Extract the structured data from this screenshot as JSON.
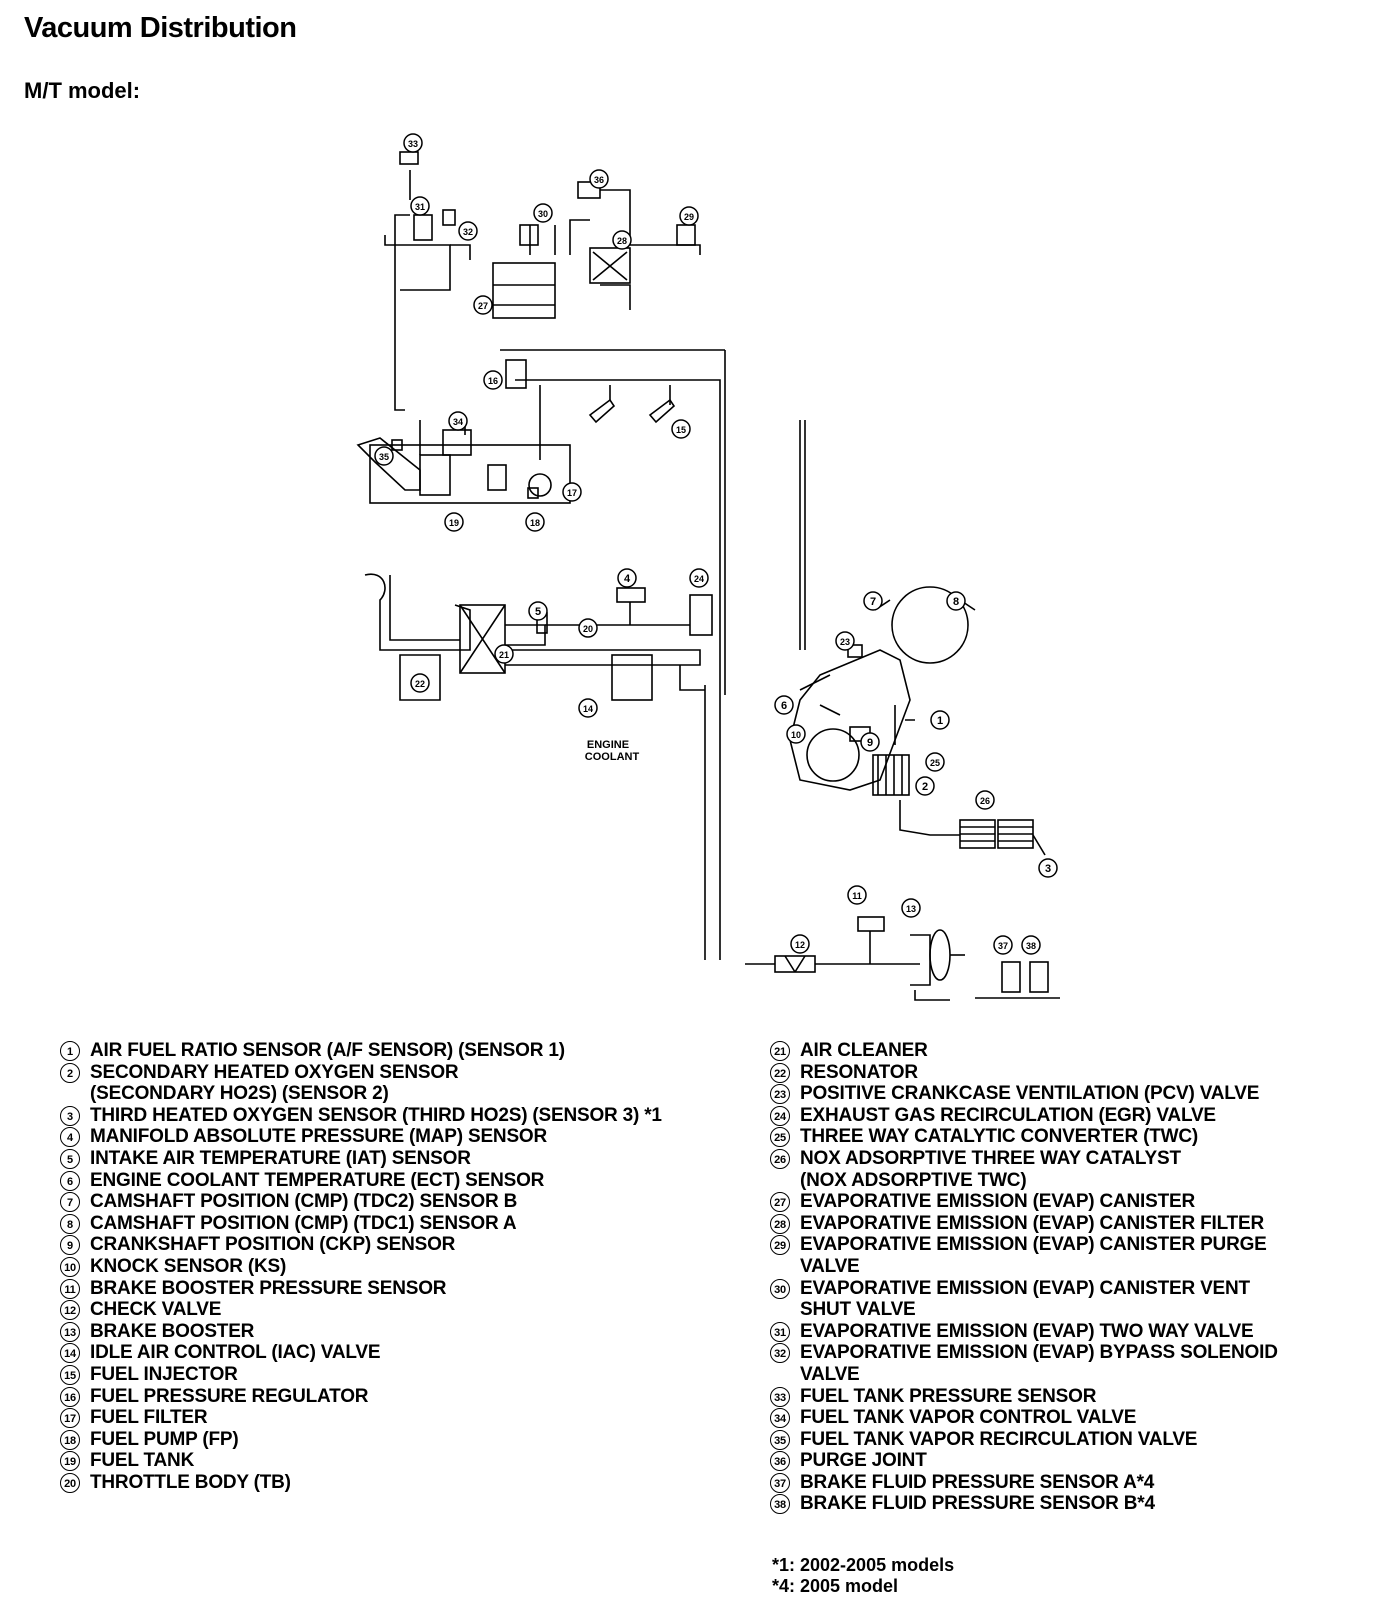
{
  "title": "Vacuum Distribution",
  "subtitle": "M/T model:",
  "diagram_labels": {
    "engine_coolant_line1": "ENGINE",
    "engine_coolant_line2": "COOLANT",
    "markers": [
      "1",
      "2",
      "3",
      "4",
      "5",
      "6",
      "7",
      "8",
      "9",
      "10",
      "11",
      "12",
      "13",
      "14",
      "15",
      "16",
      "17",
      "18",
      "19",
      "20",
      "21",
      "22",
      "23",
      "24",
      "25",
      "26",
      "27",
      "28",
      "29",
      "30",
      "31",
      "32",
      "33",
      "34",
      "35",
      "36",
      "37",
      "38"
    ]
  },
  "legend_left": [
    {
      "num": "1",
      "label": "AIR FUEL RATIO SENSOR (A/F SENSOR) (SENSOR 1)"
    },
    {
      "num": "2",
      "label": "SECONDARY HEATED OXYGEN SENSOR\n(SECONDARY HO2S) (SENSOR 2)"
    },
    {
      "num": "3",
      "label": "THIRD HEATED OXYGEN SENSOR (THIRD HO2S) (SENSOR 3) *1"
    },
    {
      "num": "4",
      "label": "MANIFOLD ABSOLUTE PRESSURE (MAP) SENSOR"
    },
    {
      "num": "5",
      "label": "INTAKE AIR TEMPERATURE (IAT) SENSOR"
    },
    {
      "num": "6",
      "label": "ENGINE COOLANT TEMPERATURE (ECT) SENSOR"
    },
    {
      "num": "7",
      "label": "CAMSHAFT POSITION (CMP) (TDC2) SENSOR B"
    },
    {
      "num": "8",
      "label": "CAMSHAFT POSITION (CMP) (TDC1) SENSOR A"
    },
    {
      "num": "9",
      "label": "CRANKSHAFT POSITION (CKP) SENSOR"
    },
    {
      "num": "10",
      "label": "KNOCK SENSOR (KS)"
    },
    {
      "num": "11",
      "label": "BRAKE BOOSTER PRESSURE SENSOR"
    },
    {
      "num": "12",
      "label": "CHECK VALVE"
    },
    {
      "num": "13",
      "label": "BRAKE BOOSTER"
    },
    {
      "num": "14",
      "label": "IDLE AIR CONTROL (IAC) VALVE"
    },
    {
      "num": "15",
      "label": "FUEL INJECTOR"
    },
    {
      "num": "16",
      "label": "FUEL PRESSURE REGULATOR"
    },
    {
      "num": "17",
      "label": "FUEL FILTER"
    },
    {
      "num": "18",
      "label": "FUEL PUMP (FP)"
    },
    {
      "num": "19",
      "label": "FUEL TANK"
    },
    {
      "num": "20",
      "label": "THROTTLE BODY (TB)"
    }
  ],
  "legend_right": [
    {
      "num": "21",
      "label": "AIR CLEANER"
    },
    {
      "num": "22",
      "label": "RESONATOR"
    },
    {
      "num": "23",
      "label": "POSITIVE CRANKCASE VENTILATION (PCV) VALVE"
    },
    {
      "num": "24",
      "label": "EXHAUST GAS RECIRCULATION (EGR) VALVE"
    },
    {
      "num": "25",
      "label": "THREE WAY CATALYTIC CONVERTER (TWC)"
    },
    {
      "num": "26",
      "label": "NOX ADSORPTIVE THREE WAY CATALYST\n(NOX ADSORPTIVE TWC)"
    },
    {
      "num": "27",
      "label": "EVAPORATIVE EMISSION (EVAP) CANISTER"
    },
    {
      "num": "28",
      "label": "EVAPORATIVE EMISSION (EVAP) CANISTER FILTER"
    },
    {
      "num": "29",
      "label": "EVAPORATIVE EMISSION (EVAP) CANISTER PURGE\nVALVE"
    },
    {
      "num": "30",
      "label": "EVAPORATIVE EMISSION (EVAP) CANISTER VENT\nSHUT VALVE"
    },
    {
      "num": "31",
      "label": "EVAPORATIVE EMISSION (EVAP) TWO WAY VALVE"
    },
    {
      "num": "32",
      "label": "EVAPORATIVE EMISSION (EVAP) BYPASS SOLENOID\nVALVE"
    },
    {
      "num": "33",
      "label": "FUEL TANK PRESSURE SENSOR"
    },
    {
      "num": "34",
      "label": "FUEL TANK VAPOR CONTROL VALVE"
    },
    {
      "num": "35",
      "label": "FUEL TANK VAPOR RECIRCULATION VALVE"
    },
    {
      "num": "36",
      "label": "PURGE JOINT"
    },
    {
      "num": "37",
      "label": "BRAKE FLUID PRESSURE SENSOR A*4"
    },
    {
      "num": "38",
      "label": "BRAKE FLUID PRESSURE SENSOR B*4"
    }
  ],
  "notes": [
    "*1: 2002-2005 models",
    "*4: 2005 model"
  ]
}
